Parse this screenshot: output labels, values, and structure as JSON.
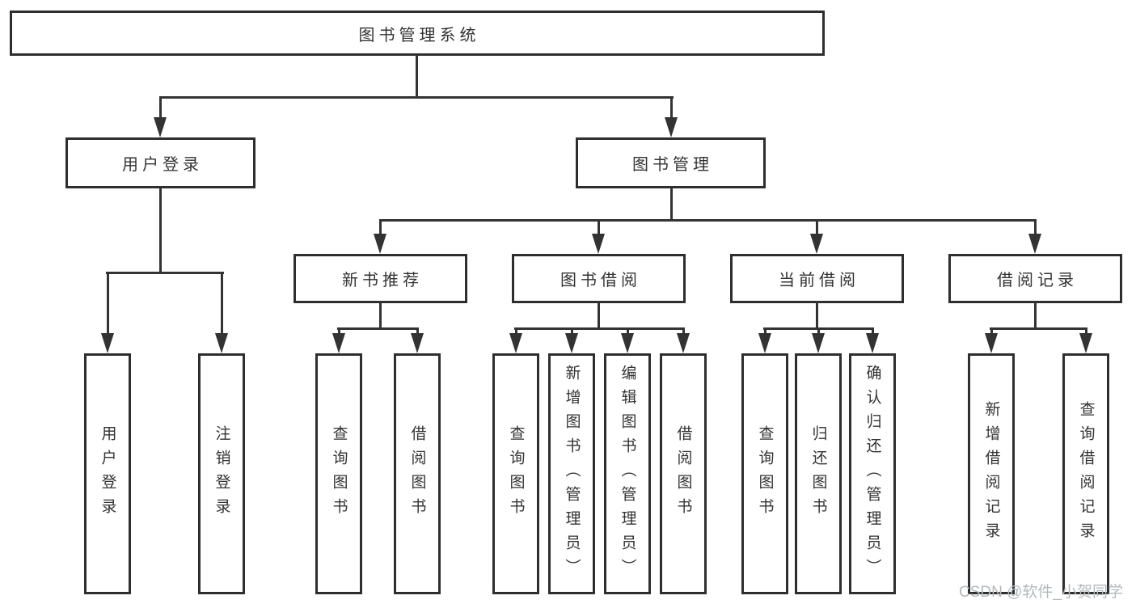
{
  "diagram": {
    "title_node": "图书管理系统",
    "level2_nodes": [
      {
        "label": "用户登录"
      },
      {
        "label": "图书管理"
      }
    ],
    "level3_nodes": [
      {
        "label": "新书推荐",
        "parent": "图书管理"
      },
      {
        "label": "图书借阅",
        "parent": "图书管理"
      },
      {
        "label": "当前借阅",
        "parent": "图书管理"
      },
      {
        "label": "借阅记录",
        "parent": "图书管理"
      }
    ],
    "leaf_nodes": [
      {
        "label": "用户登录",
        "parent": "用户登录"
      },
      {
        "label": "注销登录",
        "parent": "用户登录"
      },
      {
        "label": "查询图书",
        "parent": "新书推荐"
      },
      {
        "label": "借阅图书",
        "parent": "新书推荐"
      },
      {
        "label": "查询图书",
        "parent": "图书借阅"
      },
      {
        "label": "新增图书（管理员）",
        "parent": "图书借阅"
      },
      {
        "label": "编辑图书（管理员）",
        "parent": "图书借阅"
      },
      {
        "label": "借阅图书",
        "parent": "图书借阅"
      },
      {
        "label": "查询图书",
        "parent": "当前借阅"
      },
      {
        "label": "归还图书",
        "parent": "当前借阅"
      },
      {
        "label": "确认归还（管理员）",
        "parent": "当前借阅"
      },
      {
        "label": "新增借阅记录",
        "parent": "借阅记录"
      },
      {
        "label": "查询借阅记录",
        "parent": "借阅记录"
      }
    ],
    "colors": {
      "line": "#333333",
      "box_border": "#2e2e2e",
      "text": "#333333",
      "watermark": "#b4b8bd",
      "background": "#ffffff"
    }
  },
  "watermark": {
    "text": "CSDN @软件_小贺同学"
  }
}
